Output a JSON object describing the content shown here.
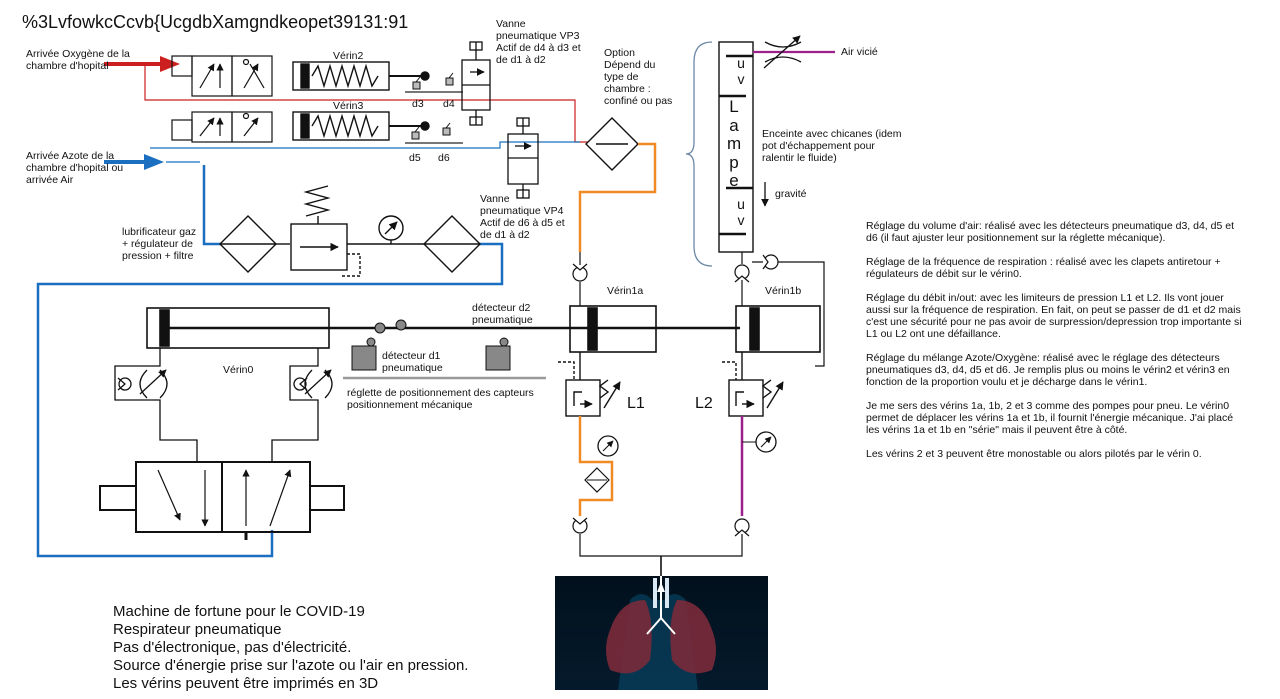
{
  "title": "%3LvfowkcCcvb{UcgdbXamgndkeopet39131:91",
  "labels": {
    "arrivee_oxygene": "Arrivée Oxygène de la\nchambre d'hopital",
    "arrivee_azote": "Arrivée Azote de la\nchambre d'hopital ou\narrivée Air",
    "verin2": "Vérin2",
    "verin3": "Vérin3",
    "d3": "d3",
    "d4": "d4",
    "d5": "d5",
    "d6": "d6",
    "vanne_vp3": "Vanne\npneumatique VP3\nActif de d4 à d3 et\nde d1 à d2",
    "vanne_vp4": "Vanne\npneumatique VP4\nActif de d6 à d5 et\nde d1 à d2",
    "option": "Option\nDépend du\ntype de\nchambre :\nconfiné ou pas",
    "air_vicie": "Air vicié",
    "lampe_top": "u\nv",
    "lampe": "L\na\nm\np\ne",
    "lampe_bottom": "u\nv",
    "enceinte": "Enceinte avec chicanes (idem\npot d'échappement pour\nralentir le fluide)",
    "gravite": "gravité",
    "lubrificateur": "lubrificateur gaz\n+ régulateur de\npression + filtre",
    "verin1a": "Vérin1a",
    "verin1b": "Vérin1b",
    "verin0": "Vérin0",
    "detecteur_d2": "détecteur d2\npneumatique",
    "detecteur_d1": "détecteur d1\npneumatique",
    "reglette": "réglette de positionnement des capteurs\npositionnement mécanique",
    "L1": "L1",
    "L2": "L2"
  },
  "notes": [
    "Réglage du volume d'air: réalisé avec les détecteurs pneumatique d3, d4, d5 et d6 (il faut ajuster leur positionnement sur la réglette mécanique).",
    "Réglage de la fréquence de respiration : réalisé avec les clapets antiretour + régulateurs de débit sur le vérin0.",
    "Réglage du débit in/out: avec les limiteurs de pression L1 et L2. Ils vont jouer aussi sur la fréquence de respiration. En fait, on peut se passer de d1 et d2 mais c'est une sécurité pour ne pas avoir de surpression/depression trop importante si L1 ou L2 ont une défaillance.",
    "Réglage du mélange Azote/Oxygène: réalisé avec le réglage des détecteurs pneumatiques d3, d4, d5 et d6. Je remplis plus ou moins le vérin2 et vérin3 en fonction de la proportion voulu et je décharge dans le vérin1.",
    "Je me sers des vérins 1a, 1b, 2 et 3 comme des pompes pour pneu. Le vérin0 permet de déplacer les vérins 1a et 1b, il fournit l'énergie mécanique. J'ai placé les vérins 1a et 1b en \"série\" mais il peuvent être à côté.",
    "Les vérins 2 et 3 peuvent être monostable ou alors pilotés par le vérin 0."
  ],
  "summary": "Machine de fortune pour le COVID-19\nRespirateur pneumatique\nPas d'électronique, pas d'électricité.\nSource d'énergie prise sur l'azote ou l'air en pression.\nLes vérins peuvent être imprimés en 3D",
  "colors": {
    "oxygen": "#cc1f1f",
    "nitrogen": "#1a6fc0",
    "orange": "#f08a24",
    "purple": "#9c1f8c",
    "line": "#111111"
  }
}
